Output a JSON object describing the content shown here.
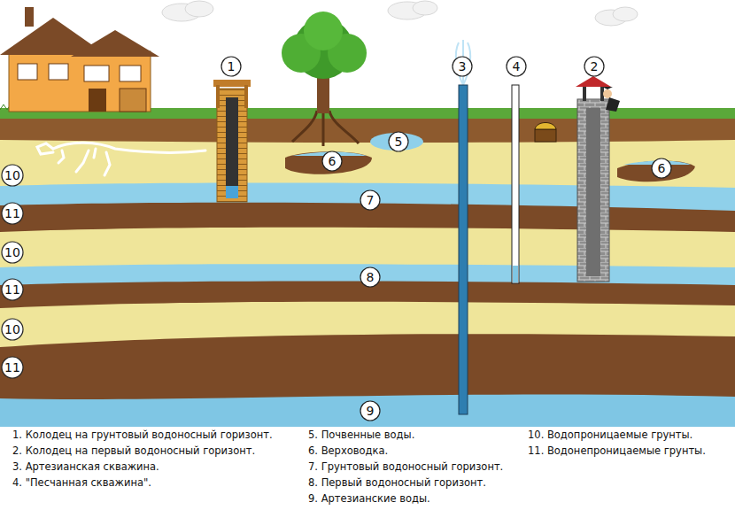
{
  "diagram": {
    "nodes": [
      {
        "text": [
          "1"
        ]
      },
      {
        "text": [
          "3"
        ]
      },
      {
        "text": [
          "4"
        ]
      },
      {
        "text": [
          "2"
        ]
      },
      {
        "text": [
          "5"
        ]
      },
      {
        "text": [
          "6"
        ]
      },
      {
        "text": [
          "6"
        ]
      },
      {
        "text": [
          "10"
        ]
      },
      {
        "text": [
          "7"
        ]
      },
      {
        "text": [
          "11"
        ]
      },
      {
        "text": [
          "10"
        ]
      },
      {
        "text": [
          "8"
        ]
      },
      {
        "text": [
          "11"
        ]
      },
      {
        "text": [
          "10"
        ]
      },
      {
        "text": [
          "11"
        ]
      },
      {
        "text": [
          "9"
        ]
      }
    ],
    "labels": [
      "1. Колодец на грунтовый водоносный горизонт.",
      "2. Колодец на первый водоносный горизонт.",
      "3. Артезианская скважина.",
      "4. \"Песчанная скважина\".",
      "5. Почвенные воды.",
      "6. Верховодка.",
      "7. Грунтовый водоносный горизонт.",
      "8. Первый водоносный горизонт.",
      "9. Артезианские воды.",
      "10. Водопроницаемые грунты.",
      "11. Водонепроницаемые грунты."
    ]
  }
}
